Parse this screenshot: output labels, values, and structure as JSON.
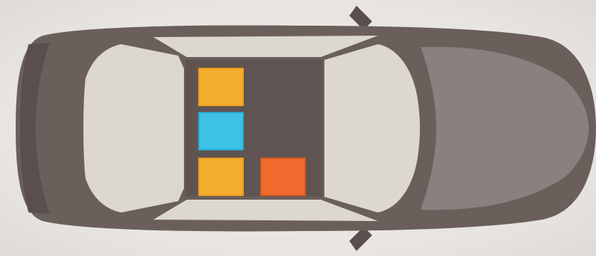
{
  "scene": {
    "subject": "car-top-view",
    "colors": {
      "background": "#ebe8e3",
      "body": "#6b5f5c",
      "body_dark": "#5a4f4c",
      "hood": "#8a807d",
      "glass": "#ddd8cf",
      "seat_front_left": "#f5ad2f",
      "seat_front_right": "#3ec1e6",
      "seat_rear_left": "#f5ad2f",
      "seat_rear_right": "#f06a2e"
    },
    "seats": [
      {
        "name": "seat-orange-top",
        "color": "#f5ad2f"
      },
      {
        "name": "seat-blue-middle",
        "color": "#3ec1e6"
      },
      {
        "name": "seat-orange-bottom",
        "color": "#f5ad2f"
      },
      {
        "name": "seat-red-bottom-right",
        "color": "#f06a2e"
      }
    ]
  }
}
